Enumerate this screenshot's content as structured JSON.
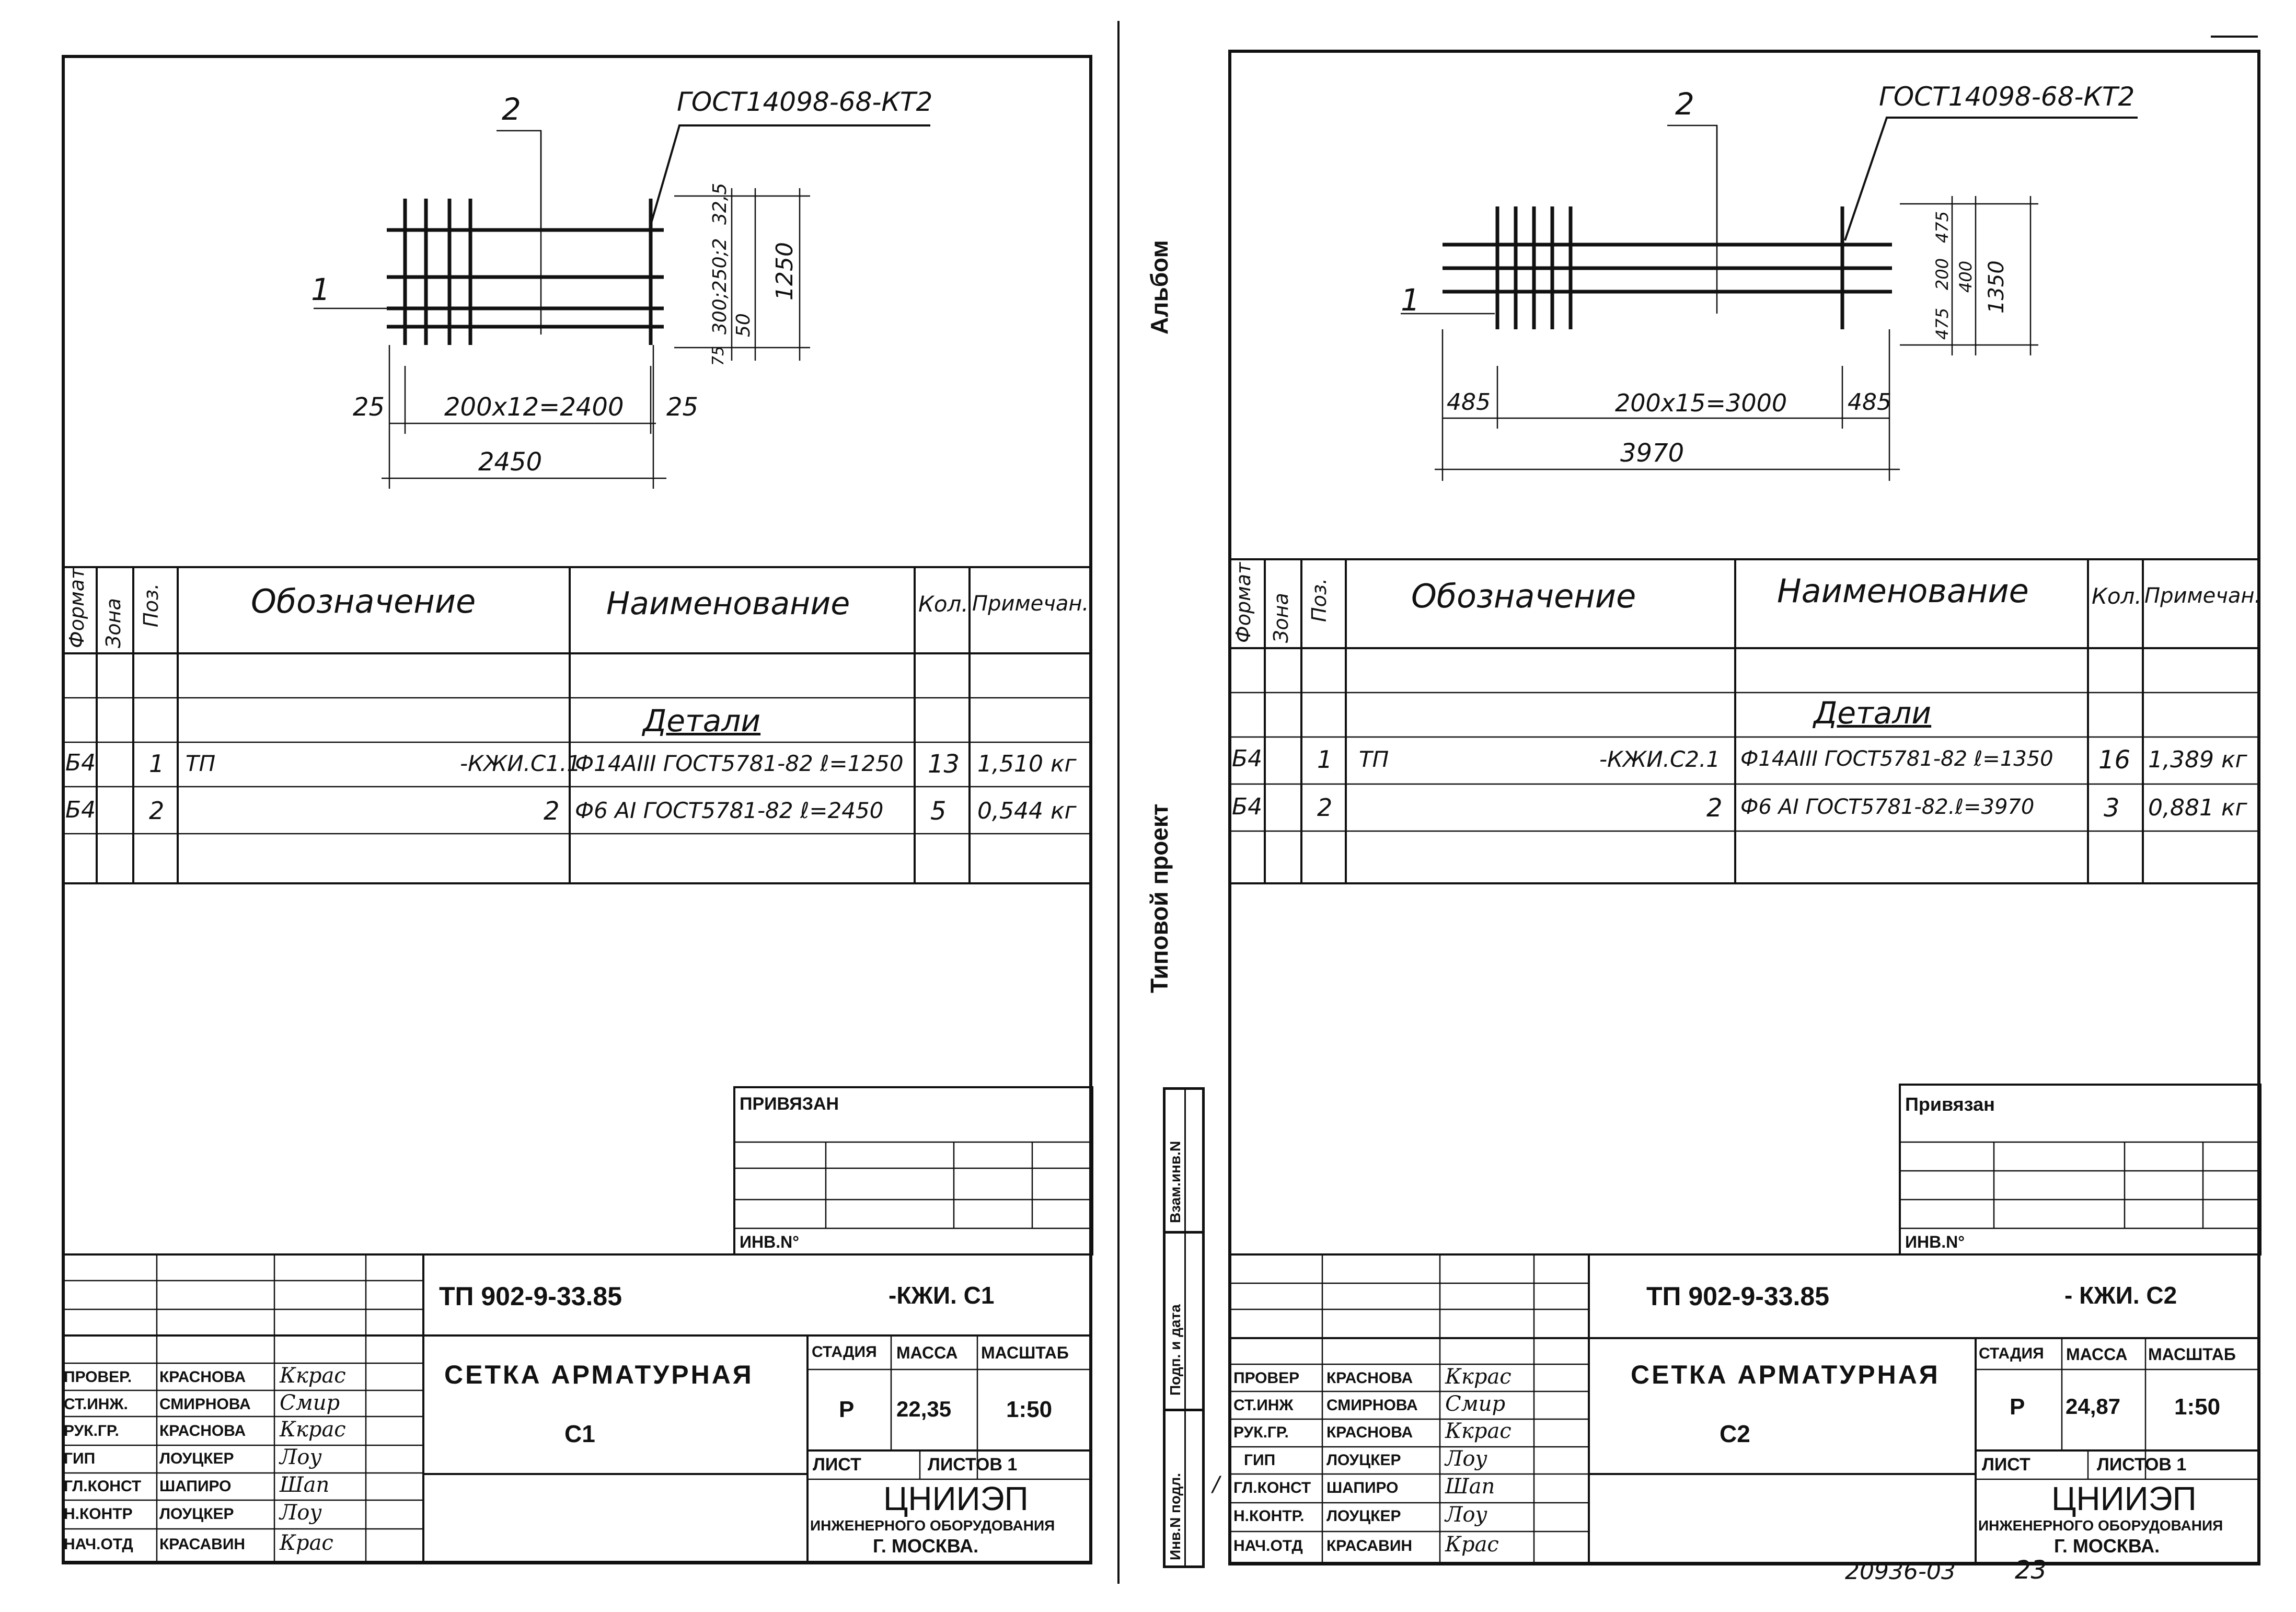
{
  "side_labels": {
    "album": "Альбом",
    "standard_project": "Типовой проект",
    "vzam_inv": "Взам.инв.N",
    "podp_data": "Подп. и дата",
    "inv_podl": "Инв.N подл."
  },
  "footer": {
    "archive_no": "20936-03",
    "page_no": "23",
    "mark": "/"
  },
  "sheets": [
    {
      "id": "c1",
      "drawing": {
        "callout_1": "1",
        "callout_2": "2",
        "gost": "ГОСТ14098-68-КТ2",
        "dim_left": "25",
        "dim_center": "200х12=2400",
        "dim_right": "25",
        "dim_total": "2450",
        "dim_v_top": "32,5",
        "dim_v_mid": "300;250;2",
        "dim_v_small": "50",
        "dim_v_bottom": "75",
        "dim_v_total": "1250"
      },
      "spec": {
        "headers": {
          "format": "Формат",
          "zone": "Зона",
          "pos": "Поз.",
          "designation": "Обозначение",
          "name": "Наименование",
          "qty": "Кол.",
          "note": "Примечан."
        },
        "section": "Детали",
        "rows": [
          {
            "format": "Б4",
            "pos": "1",
            "desig_left": "ТП",
            "desig_right": "-КЖИ.С1.1",
            "name": "Ф14АIII ГОСТ5781-82 ℓ=1250",
            "qty": "13",
            "note": "1,510 кг"
          },
          {
            "format": "Б4",
            "pos": "2",
            "desig_left": "",
            "desig_right": "2",
            "name": "Ф6 АI ГОСТ5781-82 ℓ=2450",
            "qty": "5",
            "note": "0,544 кг"
          }
        ]
      },
      "title_block": {
        "privyazan": "ПРИВЯЗАН",
        "inv_no": "ИНВ.N°",
        "project_code": "ТП 902-9-33.85",
        "sheet_code": "-КЖИ. С1",
        "title_line1": "СЕТКА АРМАТУРНАЯ",
        "title_line2": "С1",
        "stage_label": "СТАДИЯ",
        "mass_label": "МАССА",
        "scale_label": "МАСШТАБ",
        "stage": "Р",
        "mass": "22,35",
        "scale": "1:50",
        "sheet_label": "ЛИСТ",
        "sheets_label": "ЛИСТОВ 1",
        "org": "ЦНИИЭП",
        "org_sub": "ИНЖЕНЕРНОГО ОБОРУДОВАНИЯ",
        "city": "Г. МОСКВА.",
        "people": [
          {
            "role": "ПРОВЕР.",
            "name": "КРАСНОВА",
            "sig": "Ккрас"
          },
          {
            "role": "СТ.ИНЖ.",
            "name": "СМИРНОВА",
            "sig": "Смир"
          },
          {
            "role": "РУК.ГР.",
            "name": "КРАСНОВА",
            "sig": "Ккрас"
          },
          {
            "role": "ГИП",
            "name": "ЛОУЦКЕР",
            "sig": "Лоу"
          },
          {
            "role": "ГЛ.КОНСТ",
            "name": "ШАПИРО",
            "sig": "Шап"
          },
          {
            "role": "Н.КОНТР",
            "name": "ЛОУЦКЕР",
            "sig": "Лоу"
          },
          {
            "role": "НАЧ.ОТД",
            "name": "КРАСАВИН",
            "sig": "Крас"
          }
        ]
      }
    },
    {
      "id": "c2",
      "drawing": {
        "callout_1": "1",
        "callout_2": "2",
        "gost": "ГОСТ14098-68-КТ2",
        "dim_left": "485",
        "dim_center": "200х15=3000",
        "dim_right": "485",
        "dim_total": "3970",
        "dim_v_top": "475",
        "dim_v_mid": "200",
        "dim_v_bottom": "475",
        "dim_v_sum": "400",
        "dim_v_total": "1350"
      },
      "spec": {
        "headers": {
          "format": "Формат",
          "zone": "Зона",
          "pos": "Поз.",
          "designation": "Обозначение",
          "name": "Наименование",
          "qty": "Кол.",
          "note": "Примечан."
        },
        "section": "Детали",
        "rows": [
          {
            "format": "Б4",
            "pos": "1",
            "desig_left": "ТП",
            "desig_right": "-КЖИ.С2.1",
            "name": "Ф14АIII ГОСТ5781-82 ℓ=1350",
            "qty": "16",
            "note": "1,389 кг"
          },
          {
            "format": "Б4",
            "pos": "2",
            "desig_left": "",
            "desig_right": "2",
            "name": "Ф6 АI ГОСТ5781-82.ℓ=3970",
            "qty": "3",
            "note": "0,881 кг"
          }
        ]
      },
      "title_block": {
        "privyazan": "Привязан",
        "inv_no": "ИНВ.N°",
        "project_code": "ТП 902-9-33.85",
        "sheet_code": "- КЖИ. С2",
        "title_line1": "СЕТКА АРМАТУРНАЯ",
        "title_line2": "С2",
        "stage_label": "СТАДИЯ",
        "mass_label": "МАССА",
        "scale_label": "МАСШТАБ",
        "stage": "Р",
        "mass": "24,87",
        "scale": "1:50",
        "sheet_label": "ЛИСТ",
        "sheets_label": "ЛИСТОВ 1",
        "org": "ЦНИИЭП",
        "org_sub": "ИНЖЕНЕРНОГО ОБОРУДОВАНИЯ",
        "city": "Г. МОСКВА.",
        "people": [
          {
            "role": "ПРОВЕР",
            "name": "КРАСНОВА",
            "sig": "Ккрас"
          },
          {
            "role": "СТ.ИНЖ",
            "name": "СМИРНОВА",
            "sig": "Смир"
          },
          {
            "role": "РУК.ГР.",
            "name": "КРАСНОВА",
            "sig": "Ккрас"
          },
          {
            "role": "ГИП",
            "name": "ЛОУЦКЕР",
            "sig": "Лоу"
          },
          {
            "role": "ГЛ.КОНСТ",
            "name": "ШАПИРО",
            "sig": "Шап"
          },
          {
            "role": "Н.КОНТР.",
            "name": "ЛОУЦКЕР",
            "sig": "Лоу"
          },
          {
            "role": "НАЧ.ОТД",
            "name": "КРАСАВИН",
            "sig": "Крас"
          }
        ]
      }
    }
  ]
}
